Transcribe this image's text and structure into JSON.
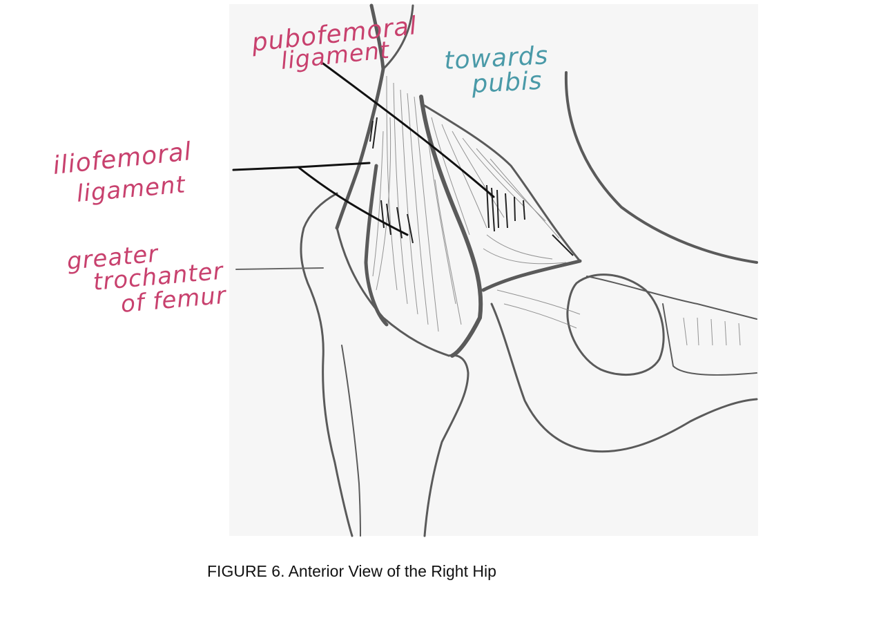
{
  "figure": {
    "caption": "FIGURE 6.  Anterior View of the Right Hip"
  },
  "labels": {
    "pubofemoral": [
      "pubofemoral",
      "ligament"
    ],
    "towards_pubis": [
      "towards",
      "pubis"
    ],
    "iliofemoral": [
      "iliofemoral",
      "ligament"
    ],
    "greater_trochanter": [
      "greater",
      "trochanter",
      "of femur"
    ]
  },
  "colors": {
    "annotation_pink": "#c8416e",
    "annotation_teal": "#4a9aa8",
    "drawing_ink": "#555555",
    "pointer_line": "#111111",
    "paper": "#f6f6f6"
  }
}
